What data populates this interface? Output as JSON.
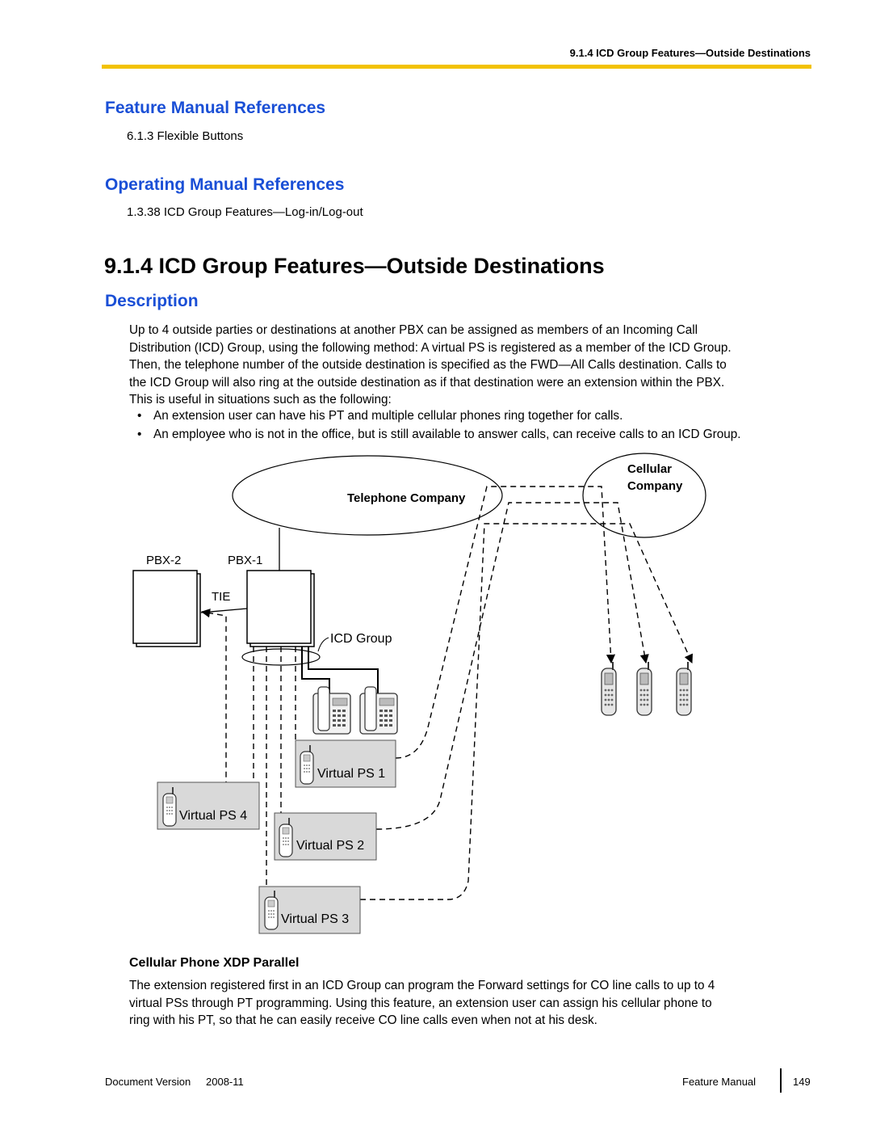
{
  "header": {
    "running_title": "9.1.4 ICD Group Features—Outside Destinations",
    "rule_color": "#f2c200"
  },
  "feature_refs": {
    "heading": "Feature Manual References",
    "items": [
      "6.1.3  Flexible Buttons"
    ]
  },
  "operating_refs": {
    "heading": "Operating Manual References",
    "items": [
      "1.3.38  ICD Group Features—Log-in/Log-out"
    ]
  },
  "section": {
    "title": "9.1.4  ICD Group Features—Outside Destinations"
  },
  "description": {
    "heading": "Description",
    "lines": [
      "Up to 4 outside parties or destinations at another PBX can be assigned as members of an Incoming Call",
      "Distribution (ICD) Group, using the following method: A virtual PS is registered as a member of the ICD Group.",
      "Then, the telephone number of the outside destination is specified as the FWD—All Calls destination. Calls to",
      "the ICD Group will also ring at the outside destination as if that destination were an extension within the PBX.",
      "This is useful in situations such as the following:"
    ],
    "bullets": [
      "An extension user can have his PT and multiple cellular phones ring together for calls.",
      "An employee who is not in the office, but is still available to answer calls, can receive calls to an ICD Group."
    ]
  },
  "diagram": {
    "telephone_company": "Telephone Company",
    "cellular_company_line1": "Cellular",
    "cellular_company_line2": "Company",
    "pbx2": "PBX-2",
    "pbx1": "PBX-1",
    "tie": "TIE",
    "icd_group": "ICD Group",
    "virtual_ps_1": "Virtual PS 1",
    "virtual_ps_2": "Virtual PS 2",
    "virtual_ps_3": "Virtual PS 3",
    "virtual_ps_4": "Virtual PS 4",
    "box_fill": "#d9d9d9"
  },
  "xdp": {
    "heading": "Cellular Phone XDP Parallel",
    "lines": [
      "The extension registered first in an ICD Group can program the Forward settings for CO line calls to up to 4",
      "virtual PSs through PT programming. Using this feature, an extension user can assign his cellular phone to",
      "ring with his PT, so that he can easily receive CO line calls even when not at his desk."
    ]
  },
  "footer": {
    "doc_version_label": "Document Version",
    "doc_version_value": "2008-11",
    "manual_name": "Feature Manual",
    "page_number": "149"
  }
}
